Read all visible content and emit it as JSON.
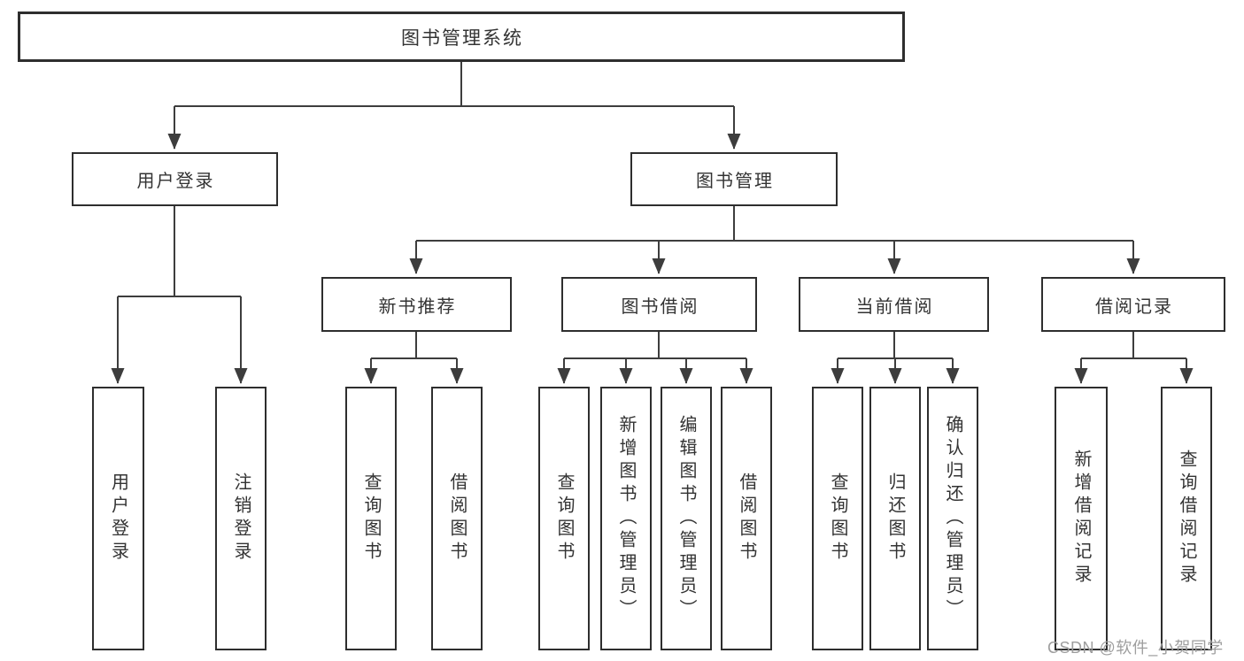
{
  "diagram": {
    "title_node": {
      "label": "图书管理系统"
    },
    "level2": [
      {
        "label": "用户登录"
      },
      {
        "label": "图书管理"
      }
    ],
    "level3": [
      {
        "label": "新书推荐"
      },
      {
        "label": "图书借阅"
      },
      {
        "label": "当前借阅"
      },
      {
        "label": "借阅记录"
      }
    ],
    "leaves": {
      "user_login": [
        {
          "label": "用户登录"
        },
        {
          "label": "注销登录"
        }
      ],
      "new_book": [
        {
          "label": "查询图书"
        },
        {
          "label": "借阅图书"
        }
      ],
      "borrow": [
        {
          "label": "查询图书"
        },
        {
          "label": "新增图书（管理员）"
        },
        {
          "label": "编辑图书（管理员）"
        },
        {
          "label": "借阅图书"
        }
      ],
      "current": [
        {
          "label": "查询图书"
        },
        {
          "label": "归还图书"
        },
        {
          "label": "确认归还（管理员）"
        }
      ],
      "records": [
        {
          "label": "新增借阅记录"
        },
        {
          "label": "查询借阅记录"
        }
      ]
    },
    "colors": {
      "line": "#3d3d3d",
      "box_border": "#2e2e2e",
      "text": "#333333",
      "watermark": "#9e9e9e"
    },
    "watermark": "CSDN @软件_小贺同学"
  }
}
